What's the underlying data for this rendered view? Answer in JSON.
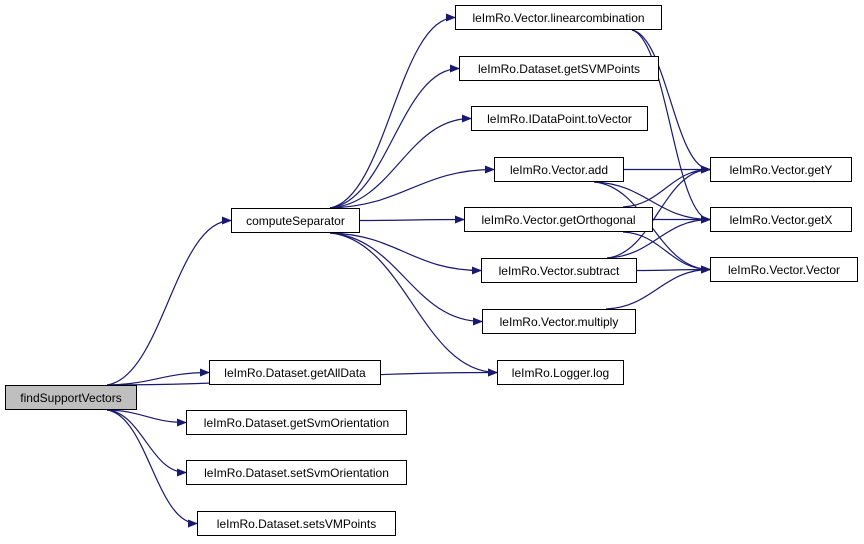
{
  "colors": {
    "edge": "#191970",
    "node_border": "#000000",
    "root_fill": "#bfbfbf",
    "node_fill": "#ffffff"
  },
  "nodes": {
    "findSupportVectors": "findSupportVectors",
    "computeSeparator": "computeSeparator",
    "linearcombination": "leImRo.Vector.linearcombination",
    "getSVMPoints": "leImRo.Dataset.getSVMPoints",
    "toVector": "leImRo.IDataPoint.toVector",
    "add": "leImRo.Vector.add",
    "getOrthogonal": "leImRo.Vector.getOrthogonal",
    "subtract": "leImRo.Vector.subtract",
    "multiply": "leImRo.Vector.multiply",
    "getY": "leImRo.Vector.getY",
    "getX": "leImRo.Vector.getX",
    "vectorCtor": "leImRo.Vector.Vector",
    "log": "leImRo.Logger.log",
    "getAllData": "leImRo.Dataset.getAllData",
    "getSvmOrientation": "leImRo.Dataset.getSvmOrientation",
    "setSvmOrientation": "leImRo.Dataset.setSvmOrientation",
    "setsVMPoints": "leImRo.Dataset.setsVMPoints"
  },
  "edges": [
    [
      "findSupportVectors",
      "computeSeparator"
    ],
    [
      "findSupportVectors",
      "log"
    ],
    [
      "findSupportVectors",
      "getAllData"
    ],
    [
      "findSupportVectors",
      "getSvmOrientation"
    ],
    [
      "findSupportVectors",
      "setSvmOrientation"
    ],
    [
      "findSupportVectors",
      "setsVMPoints"
    ],
    [
      "computeSeparator",
      "linearcombination"
    ],
    [
      "computeSeparator",
      "getSVMPoints"
    ],
    [
      "computeSeparator",
      "toVector"
    ],
    [
      "computeSeparator",
      "add"
    ],
    [
      "computeSeparator",
      "getOrthogonal"
    ],
    [
      "computeSeparator",
      "subtract"
    ],
    [
      "computeSeparator",
      "multiply"
    ],
    [
      "computeSeparator",
      "log"
    ],
    [
      "linearcombination",
      "getY"
    ],
    [
      "linearcombination",
      "getX"
    ],
    [
      "add",
      "getY"
    ],
    [
      "add",
      "getX"
    ],
    [
      "add",
      "vectorCtor"
    ],
    [
      "getOrthogonal",
      "getY"
    ],
    [
      "getOrthogonal",
      "getX"
    ],
    [
      "getOrthogonal",
      "vectorCtor"
    ],
    [
      "subtract",
      "getY"
    ],
    [
      "subtract",
      "getX"
    ],
    [
      "subtract",
      "vectorCtor"
    ],
    [
      "multiply",
      "vectorCtor"
    ]
  ]
}
